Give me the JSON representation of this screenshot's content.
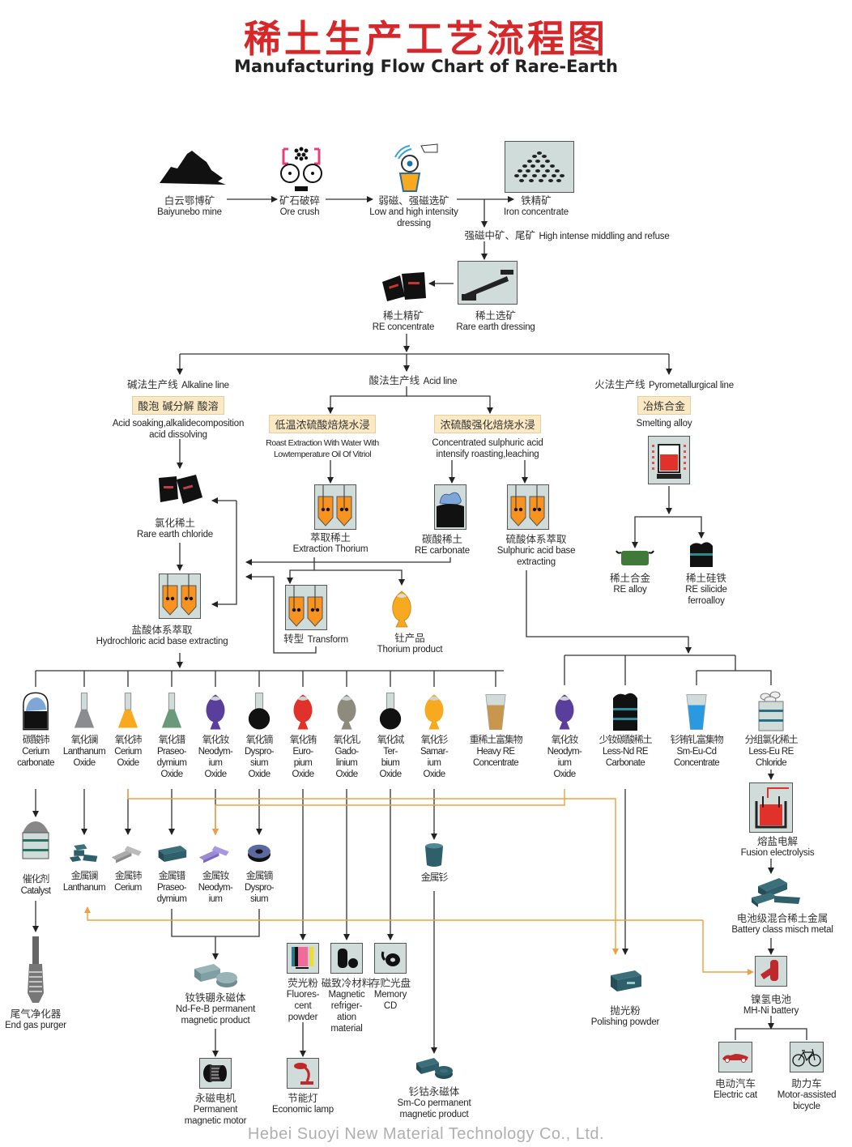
{
  "title": {
    "cn": "稀土生产工艺流程图",
    "en": "Manufacturing Flow Chart of Rare-Earth"
  },
  "watermark": "Hebei Suoyi New Material Technology Co., Ltd.",
  "colors": {
    "title_red": "#d6282b",
    "arrow_dark": "#222222",
    "arrow_orange": "#f0a040",
    "tag_bg": "#fbe9c4",
    "icon_box": "#cfdcda",
    "teal_metal": "#2f5f6b",
    "orange_liquid": "#f7931e"
  },
  "ore_stage": [
    {
      "cn": "白云鄂博矿",
      "en": "Baiyunebo mine",
      "icon": "mountain-icon"
    },
    {
      "cn": "矿石破碎",
      "en": "Ore crush",
      "icon": "crusher-icon"
    },
    {
      "cn": "弱磁、强磁选矿",
      "en": "Low and high intensity dressing",
      "icon": "magnetic-separator-icon"
    },
    {
      "cn": "铁精矿",
      "en": "Iron concentrate",
      "icon": "iron-pile-icon"
    }
  ],
  "middling": {
    "cn": "强磁中矿、尾矿",
    "en": "High intense middling and refuse"
  },
  "dressing": [
    {
      "cn": "稀土精矿",
      "en": "RE concentrate",
      "icon": "concentrate-bags-icon"
    },
    {
      "cn": "稀土选矿",
      "en": "Rare earth dressing",
      "icon": "flotation-icon"
    }
  ],
  "lines": {
    "alkaline": {
      "cn": "碱法生产线",
      "en": "Alkaline line",
      "tag": "酸泡  碱分解  酸溶",
      "desc": "Acid soaking,alkalidecomposition acid dissolving"
    },
    "acid": {
      "cn": "酸法生产线",
      "en": "Acid line"
    },
    "pyro": {
      "cn": "火法生产线",
      "en": "Pyrometallurgical line",
      "tag": "冶炼合金",
      "desc": "Smelting alloy"
    },
    "acid_low": {
      "tag": "低温浓硫酸焙烧水浸",
      "desc": "Roast Extraction With Water With Lowtemperature Oil Of Vitriol"
    },
    "acid_high": {
      "tag": "浓硫酸强化焙烧水浸",
      "desc": "Concentrated sulphuric acid intensify roasting,leaching"
    }
  },
  "mid_nodes": {
    "re_chloride": {
      "cn": "氯化稀土",
      "en": "Rare earth chloride"
    },
    "hcl_extract": {
      "cn": "盐酸体系萃取",
      "en": "Hydrochloric acid base extracting"
    },
    "extract_thorium": {
      "cn": "萃取稀土",
      "en": "Extraction Thorium"
    },
    "re_carbonate": {
      "cn": "碳酸稀土",
      "en": "RE carbonate"
    },
    "sulph_extract": {
      "cn": "硫酸体系萃取",
      "en": "Sulphuric acid base extracting"
    },
    "transform": {
      "cn": "转型",
      "en": "Transform"
    },
    "thorium_product": {
      "cn": "钍产品",
      "en": "Thorium product"
    },
    "re_alloy": {
      "cn": "稀土合金",
      "en": "RE alloy"
    },
    "re_silicide": {
      "cn": "稀土硅铁",
      "en": "RE silicide ferroalloy"
    }
  },
  "products": [
    {
      "cn": "碳酸铈",
      "en": [
        "Cerium",
        "carbonate"
      ],
      "icon": "cerium-carbonate-jar-icon"
    },
    {
      "cn": "氧化镧",
      "en": [
        "Lanthanum",
        "Oxide"
      ],
      "icon": "flask-grey-icon"
    },
    {
      "cn": "氧化铈",
      "en": [
        "Cerium",
        "Oxide"
      ],
      "icon": "flask-orange-icon"
    },
    {
      "cn": "氧化镨",
      "en": [
        "Praseo-",
        "dymium",
        "Oxide"
      ],
      "icon": "flask-green-icon"
    },
    {
      "cn": "氧化钕",
      "en": [
        "Neodym-",
        "ium",
        "Oxide"
      ],
      "icon": "powder-purple-icon"
    },
    {
      "cn": "氧化镝",
      "en": [
        "Dyspro-",
        "sium",
        "Oxide"
      ],
      "icon": "flask-black-icon"
    },
    {
      "cn": "氧化铕",
      "en": [
        "Euro-",
        "pium",
        "Oxide"
      ],
      "icon": "powder-red-icon"
    },
    {
      "cn": "氧化钆",
      "en": [
        "Gado-",
        "linium",
        "Oxide"
      ],
      "icon": "powder-grey-icon"
    },
    {
      "cn": "氧化铽",
      "en": [
        "Ter-",
        "bium",
        "Oxide"
      ],
      "icon": "flask-black-icon"
    },
    {
      "cn": "氧化钐",
      "en": [
        "Samar-",
        "ium",
        "Oxide"
      ],
      "icon": "powder-orange-icon"
    },
    {
      "cn": "重稀土富集物",
      "en": [
        "Heavy RE",
        "Concentrate"
      ],
      "icon": "beaker-tan-icon"
    },
    {
      "cn": "氧化钕",
      "en": [
        "Neodym-",
        "ium",
        "Oxide"
      ],
      "icon": "powder-purple-icon"
    },
    {
      "cn": "少钕碳酸稀土",
      "en": [
        "Less-Nd RE",
        "Carbonate"
      ],
      "icon": "black-barrel-icon"
    },
    {
      "cn": "钐铕钆富集物",
      "en": [
        "Sm-Eu-Cd",
        "Concentrate"
      ],
      "icon": "beaker-blue-icon"
    },
    {
      "cn": "分组氯化稀土",
      "en": [
        "Less-Eu RE",
        "Chloride"
      ],
      "icon": "grey-barrel-icon"
    }
  ],
  "metals": [
    {
      "cn": "催化剂",
      "en": [
        "Catalyst"
      ],
      "icon": "catalyst-icon"
    },
    {
      "cn": "金属镧",
      "en": [
        "Lanthanum"
      ],
      "icon": "metal-teal-icon"
    },
    {
      "cn": "金属铈",
      "en": [
        "Cerium"
      ],
      "icon": "metal-grey-icon"
    },
    {
      "cn": "金属镨",
      "en": [
        "Praseo-",
        "dymium"
      ],
      "icon": "metal-bar-icon"
    },
    {
      "cn": "金属钕",
      "en": [
        "Neodym-",
        "ium"
      ],
      "icon": "metal-purple-icon"
    },
    {
      "cn": "金属镝",
      "en": [
        "Dyspro-",
        "sium"
      ],
      "icon": "metal-ring-icon"
    },
    {
      "cn": "金属钐",
      "en": [],
      "icon": "metal-cup-icon"
    }
  ],
  "electrolysis": {
    "cn": "熔盐电解",
    "en": "Fusion electrolysis"
  },
  "misch_metal": {
    "cn": "电池级混合稀土金属",
    "en": "Battery class misch metal"
  },
  "applications": [
    {
      "cn": "尾气净化器",
      "en": [
        "End gas purger"
      ],
      "icon": "gas-purger-icon"
    },
    {
      "cn": "钕铁硼永磁体",
      "en": [
        "Nd-Fe-B permanent",
        "magnetic product"
      ],
      "icon": "magnet-block-icon"
    },
    {
      "cn": "荧光粉",
      "en": [
        "Fluores-",
        "cent",
        "powder"
      ],
      "icon": "fluorescent-icon"
    },
    {
      "cn": "磁致冷材料",
      "en": [
        "Magnetic",
        "refriger-",
        "ation",
        "material"
      ],
      "icon": "refrigeration-icon"
    },
    {
      "cn": "存贮光盘",
      "en": [
        "Memory",
        "CD"
      ],
      "icon": "cd-icon"
    },
    {
      "cn": "抛光粉",
      "en": [
        "Polishing powder"
      ],
      "icon": "polishing-box-icon"
    },
    {
      "cn": "镍氢电池",
      "en": [
        "MH-Ni battery"
      ],
      "icon": "battery-icon"
    },
    {
      "cn": "永磁电机",
      "en": [
        "Permanent",
        "magnetic motor"
      ],
      "icon": "motor-icon"
    },
    {
      "cn": "节能灯",
      "en": [
        "Economic lamp"
      ],
      "icon": "lamp-icon"
    },
    {
      "cn": "钐钴永磁体",
      "en": [
        "Sm-Co permanent",
        "magnetic product"
      ],
      "icon": "smco-magnet-icon"
    },
    {
      "cn": "电动汽车",
      "en": [
        "Electric cat"
      ],
      "icon": "car-icon"
    },
    {
      "cn": "助力车",
      "en": [
        "Motor-assisted",
        "bicycle"
      ],
      "icon": "bicycle-icon"
    }
  ]
}
